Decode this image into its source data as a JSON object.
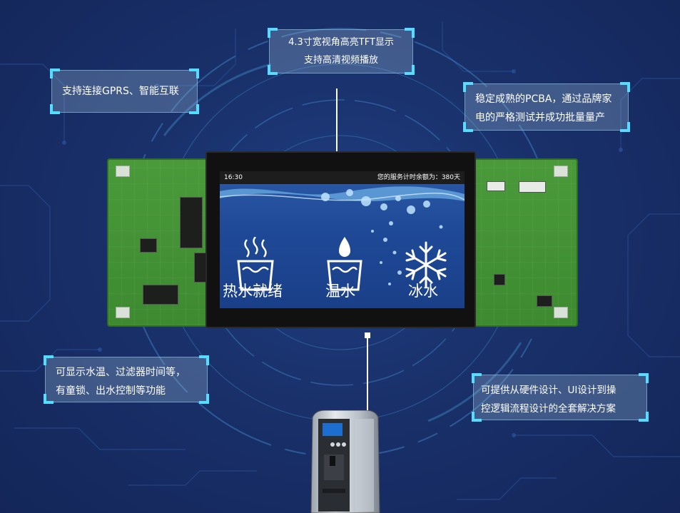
{
  "callouts": {
    "display_spec": {
      "line1": "4.3寸宽视角高亮TFT显示",
      "line2": "支持高清视频播放"
    },
    "connectivity": {
      "line1": "支持连接GPRS、智能互联"
    },
    "pcba": {
      "line1": "稳定成熟的PCBA，通过品牌家",
      "line2": "电的严格测试并成功批量量产"
    },
    "features": {
      "line1": "可显示水温、过滤器时间等，",
      "line2": "有童锁、出水控制等功能"
    },
    "solution": {
      "line1": "可提供从硬件设计、UI设计到操",
      "line2": "控逻辑流程设计的全套解决方案"
    }
  },
  "screen": {
    "time": "16:30",
    "service_remaining": "您的服务计时余额为：380天",
    "modes": {
      "hot": "热水就绪",
      "warm": "温水",
      "ice": "冰水"
    }
  },
  "icons": [
    "hot-water-cup-icon",
    "warm-water-cup-icon",
    "snowflake-icon"
  ],
  "colors": {
    "background": "#1a3470",
    "callout_corner": "#55ddff",
    "pcb_green": "#4a9a3a",
    "screen_blue": "#1f4a98"
  }
}
